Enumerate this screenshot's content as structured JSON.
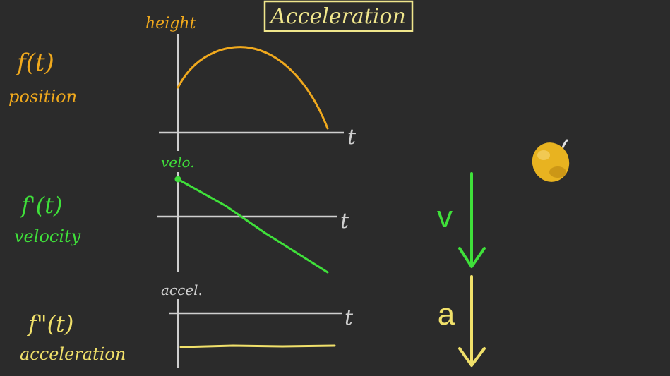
{
  "title": "Acceleration",
  "colors": {
    "background": "#2b2b2b",
    "axis": "#cfcfcf",
    "position": "#f0a91d",
    "velocity": "#3fe03a",
    "acceleration": "#f0e06a",
    "title_frame": "#f0e68c",
    "ball": "#e8b320"
  },
  "position_panel": {
    "func": "f(t)",
    "name": "position",
    "y_axis_label": "height",
    "x_axis_label": "t"
  },
  "velocity_panel": {
    "func": "f'(t)",
    "name": "velocity",
    "y_axis_label": "velo.",
    "x_axis_label": "t"
  },
  "acceleration_panel": {
    "func": "f\"(t)",
    "name": "acceleration",
    "y_axis_label": "accel.",
    "x_axis_label": "t"
  },
  "vectors": {
    "velocity_label": "v",
    "acceleration_label": "a"
  },
  "ball_icon": "falling-ball-icon"
}
